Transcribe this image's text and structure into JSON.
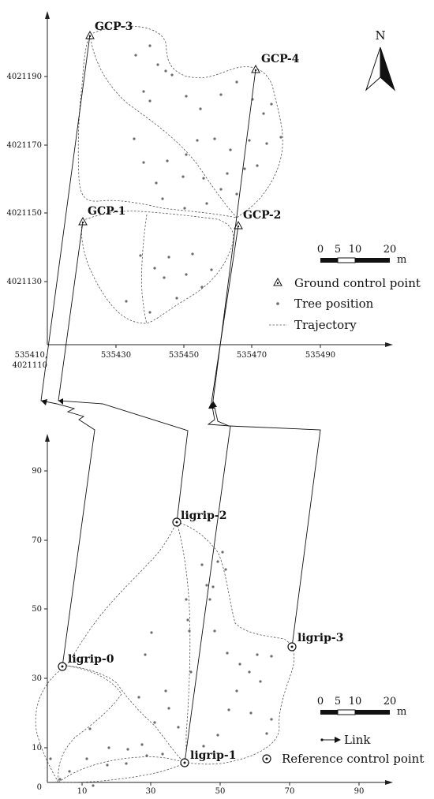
{
  "top_panel": {
    "x_ticks": [
      "535430",
      "535450",
      "535470",
      "535490"
    ],
    "y_ticks": [
      "4021190",
      "4021170",
      "4021150",
      "4021130"
    ],
    "origin_label_x": "535410,",
    "origin_label_y": "4021110",
    "gcp_labels": [
      "GCP-3",
      "GCP-4",
      "GCP-1",
      "GCP-2"
    ],
    "north_label": "N",
    "scale": {
      "ticks": [
        "0",
        "5",
        "10",
        "20"
      ],
      "unit": "m"
    },
    "legend": {
      "gcp": "Ground control point",
      "tree": "Tree position",
      "trajectory": "Trajectory"
    }
  },
  "bottom_panel": {
    "x_ticks": [
      "0",
      "10",
      "30",
      "50",
      "70",
      "90"
    ],
    "y_ticks": [
      "90",
      "70",
      "50",
      "30",
      "10"
    ],
    "ref_labels": [
      "ligrip-2",
      "ligrip-3",
      "ligrip-0",
      "ligrip-1"
    ],
    "scale": {
      "ticks": [
        "0",
        "5",
        "10",
        "20"
      ],
      "unit": "m"
    },
    "legend": {
      "link": "Link",
      "ref": "Reference control point"
    }
  },
  "colors": {
    "ink": "#111111",
    "tree": "#6b6b6b",
    "trajectory": "#555555"
  }
}
